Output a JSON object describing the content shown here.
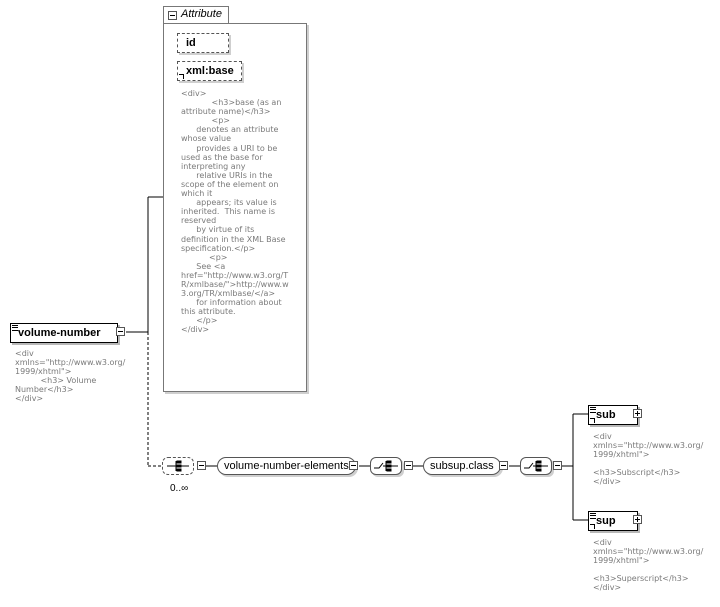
{
  "attribute_group": {
    "title": "Attribute",
    "attributes": [
      {
        "name": "id"
      },
      {
        "name": "xml:base"
      }
    ],
    "doc": "<div>\n            <h3>base (as an\nattribute name)</h3>\n            <p>\n      denotes an attribute\nwhose value\n      provides a URI to be\nused as the base for\ninterpreting any\n      relative URIs in the\nscope of the element on\nwhich it\n      appears; its value is\ninherited.  This name is\nreserved\n      by virtue of its\ndefinition in the XML Base\nspecification.</p>\n           <p>\n      See <a\nhref=\"http://www.w3.org/T\nR/xmlbase/\">http://www.w\n3.org/TR/xmlbase/</a>\n      for information about\nthis attribute.\n      </p>\n</div>"
  },
  "root": {
    "name": "volume-number",
    "doc": "<div\nxmlns=\"http://www.w3.org/\n1999/xhtml\">\n          <h3> Volume\nNumber</h3>\n</div>"
  },
  "sequence": {
    "occurrence": "0..∞",
    "group_ref": "volume-number-elements",
    "class_ref": "subsup.class"
  },
  "children": [
    {
      "name": "sub",
      "doc": "<div\nxmlns=\"http://www.w3.org/\n1999/xhtml\">\n\n<h3>Subscript</h3>\n</div>"
    },
    {
      "name": "sup",
      "doc": "<div\nxmlns=\"http://www.w3.org/\n1999/xhtml\">\n\n<h3>Superscript</h3>\n</div>"
    }
  ]
}
